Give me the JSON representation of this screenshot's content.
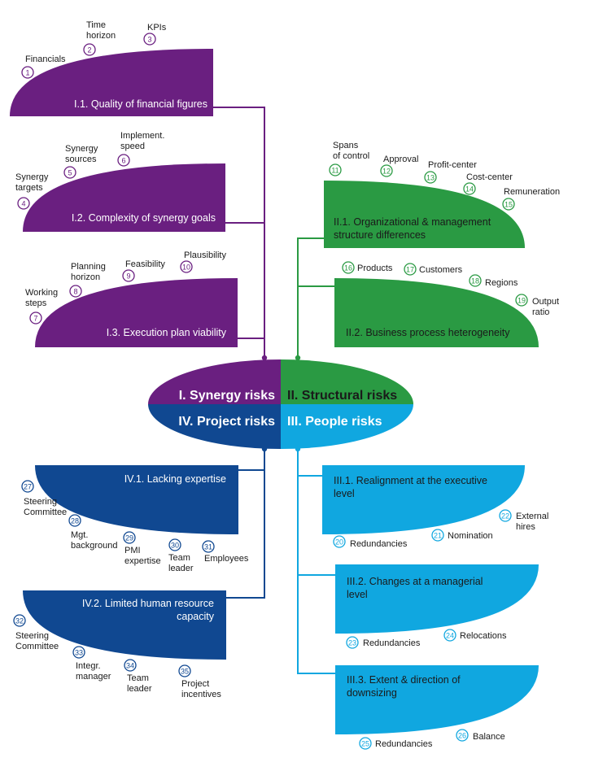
{
  "colors": {
    "purple": "#6a1f80",
    "green": "#2a9a43",
    "dark_blue": "#104891",
    "light_blue": "#10a7e0",
    "white": "#ffffff",
    "dark_text": "#1a1a1a"
  },
  "hub": {
    "q1": "I. Synergy risks",
    "q2": "II. Structural risks",
    "q3": "III. People risks",
    "q4": "IV. Project risks"
  },
  "categories": {
    "i1": {
      "title": [
        "I.1. Quality of financial figures"
      ],
      "items": [
        {
          "n": "1",
          "label": [
            "Financials"
          ]
        },
        {
          "n": "2",
          "label": [
            "Time",
            "horizon"
          ]
        },
        {
          "n": "3",
          "label": [
            "KPIs"
          ]
        }
      ]
    },
    "i2": {
      "title": [
        "I.2. Complexity of synergy goals"
      ],
      "items": [
        {
          "n": "4",
          "label": [
            "Synergy",
            "targets"
          ]
        },
        {
          "n": "5",
          "label": [
            "Synergy",
            "sources"
          ]
        },
        {
          "n": "6",
          "label": [
            "Implement.",
            "speed"
          ]
        }
      ]
    },
    "i3": {
      "title": [
        "I.3. Execution plan viability"
      ],
      "items": [
        {
          "n": "7",
          "label": [
            "Working",
            "steps"
          ]
        },
        {
          "n": "8",
          "label": [
            "Planning",
            "horizon"
          ]
        },
        {
          "n": "9",
          "label": [
            "Feasibility"
          ]
        },
        {
          "n": "10",
          "label": [
            "Plausibility"
          ]
        }
      ]
    },
    "ii1": {
      "title": [
        "II.1. Organizational & management",
        "structure differences"
      ],
      "items": [
        {
          "n": "11",
          "label": [
            "Spans",
            "of control"
          ]
        },
        {
          "n": "12",
          "label": [
            "Approval"
          ]
        },
        {
          "n": "13",
          "label": [
            "Profit-center"
          ]
        },
        {
          "n": "14",
          "label": [
            "Cost-center"
          ]
        },
        {
          "n": "15",
          "label": [
            "Remuneration"
          ]
        }
      ]
    },
    "ii2": {
      "title": [
        "II.2. Business process heterogeneity"
      ],
      "items": [
        {
          "n": "16",
          "label": [
            "Products"
          ]
        },
        {
          "n": "17",
          "label": [
            "Customers"
          ]
        },
        {
          "n": "18",
          "label": [
            "Regions"
          ]
        },
        {
          "n": "19",
          "label": [
            "Output",
            "ratio"
          ]
        }
      ]
    },
    "iii1": {
      "title": [
        "III.1. Realignment at the executive",
        "level"
      ],
      "items": [
        {
          "n": "20",
          "label": [
            "Redundancies"
          ]
        },
        {
          "n": "21",
          "label": [
            "Nomination"
          ]
        },
        {
          "n": "22",
          "label": [
            "External",
            "hires"
          ]
        }
      ]
    },
    "iii2": {
      "title": [
        "III.2. Changes at a managerial",
        "level"
      ],
      "items": [
        {
          "n": "23",
          "label": [
            "Redundancies"
          ]
        },
        {
          "n": "24",
          "label": [
            "Relocations"
          ]
        }
      ]
    },
    "iii3": {
      "title": [
        "III.3. Extent & direction of",
        "downsizing"
      ],
      "items": [
        {
          "n": "25",
          "label": [
            "Redundancies"
          ]
        },
        {
          "n": "26",
          "label": [
            "Balance"
          ]
        }
      ]
    },
    "iv1": {
      "title": [
        "IV.1. Lacking expertise"
      ],
      "items": [
        {
          "n": "27",
          "label": [
            "Steering",
            "Committee"
          ]
        },
        {
          "n": "28",
          "label": [
            "Mgt.",
            "background"
          ]
        },
        {
          "n": "29",
          "label": [
            "PMI",
            "expertise"
          ]
        },
        {
          "n": "30",
          "label": [
            "Team",
            "leader"
          ]
        },
        {
          "n": "31",
          "label": [
            "Employees"
          ]
        }
      ]
    },
    "iv2": {
      "title": [
        "IV.2. Limited human resource",
        "capacity"
      ],
      "items": [
        {
          "n": "32",
          "label": [
            "Steering",
            "Committee"
          ]
        },
        {
          "n": "33",
          "label": [
            "Integr.",
            "manager"
          ]
        },
        {
          "n": "34",
          "label": [
            "Team",
            "leader"
          ]
        },
        {
          "n": "35",
          "label": [
            "Project",
            "incentives"
          ]
        }
      ]
    }
  }
}
